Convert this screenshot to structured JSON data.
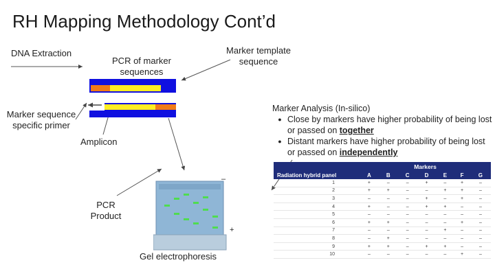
{
  "slide": {
    "title": "RH Mapping Methodology Cont’d",
    "labels": {
      "dna_extraction": "DNA Extraction",
      "pcr_of_marker": "PCR of marker sequences",
      "marker_template": "Marker template sequence",
      "marker_primer": "Marker sequence specific primer",
      "amplicon": "Amplicon",
      "pcr_product": "PCR Product",
      "gel": "Gel electrophoresis"
    },
    "analysis": {
      "heading": "Marker Analysis (In-silico)",
      "bullet1_text": "Close by markers have higher probability of being lost or passed on",
      "bullet1_emph": "together",
      "bullet2_text": "Distant markers have higher probability of being lost or passed on",
      "bullet2_emph": "independently"
    },
    "table": {
      "group_header": "Markers",
      "row_header": "Radiation hybrid panel",
      "columns": [
        "A",
        "B",
        "C",
        "D",
        "E",
        "F",
        "G"
      ],
      "rows": [
        {
          "id": "1",
          "vals": [
            "+",
            "–",
            "–",
            "+",
            "–",
            "+",
            "–"
          ]
        },
        {
          "id": "2",
          "vals": [
            "+",
            "+",
            "–",
            "–",
            "+",
            "+",
            "–"
          ]
        },
        {
          "id": "3",
          "vals": [
            "–",
            "–",
            "–",
            "+",
            "–",
            "+",
            "–"
          ]
        },
        {
          "id": "4",
          "vals": [
            "+",
            "–",
            "–",
            "+",
            "+",
            "–",
            "–"
          ]
        },
        {
          "id": "5",
          "vals": [
            "–",
            "–",
            "–",
            "–",
            "–",
            "–",
            "–"
          ]
        },
        {
          "id": "6",
          "vals": [
            "+",
            "+",
            "–",
            "–",
            "–",
            "+",
            "–"
          ]
        },
        {
          "id": "7",
          "vals": [
            "–",
            "–",
            "–",
            "–",
            "+",
            "–",
            "–"
          ]
        },
        {
          "id": "8",
          "vals": [
            "–",
            "+",
            "–",
            "–",
            "–",
            "–",
            "–"
          ]
        },
        {
          "id": "9",
          "vals": [
            "+",
            "+",
            "–",
            "+",
            "+",
            "–",
            "–"
          ]
        },
        {
          "id": "10",
          "vals": [
            "–",
            "–",
            "–",
            "–",
            "–",
            "+",
            "–"
          ]
        }
      ]
    },
    "gel_signs": {
      "minus": "–",
      "plus": "+"
    },
    "colors": {
      "strand_blue": "#1010e0",
      "strand_yellow": "#ffee22",
      "strand_orange": "#f07b18",
      "table_header": "#1f2d7a",
      "gel_body": "#8fb6d6"
    }
  }
}
